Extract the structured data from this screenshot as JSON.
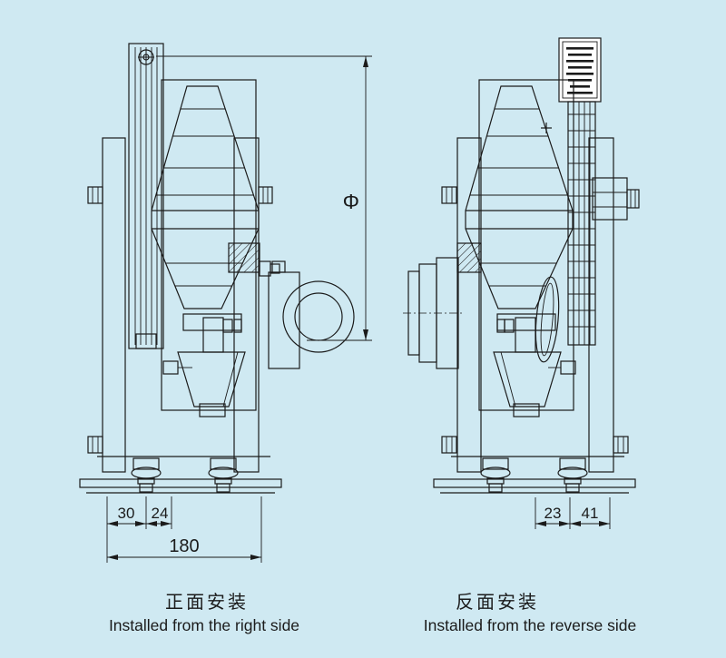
{
  "page": {
    "background_color": "#cfe9f2",
    "line_color": "#1b1b1b",
    "nameplate_fill": "#ffffff"
  },
  "left_view": {
    "caption_zh": "正面安装",
    "caption_en": "Installed from the right side",
    "phi_symbol": "Φ",
    "dims": {
      "left_span": "30",
      "right_span": "24",
      "overall": "180"
    }
  },
  "right_view": {
    "caption_zh": "反面安装",
    "caption_en": "Installed from the reverse side",
    "dims": {
      "left_span": "23",
      "right_span": "41"
    }
  }
}
